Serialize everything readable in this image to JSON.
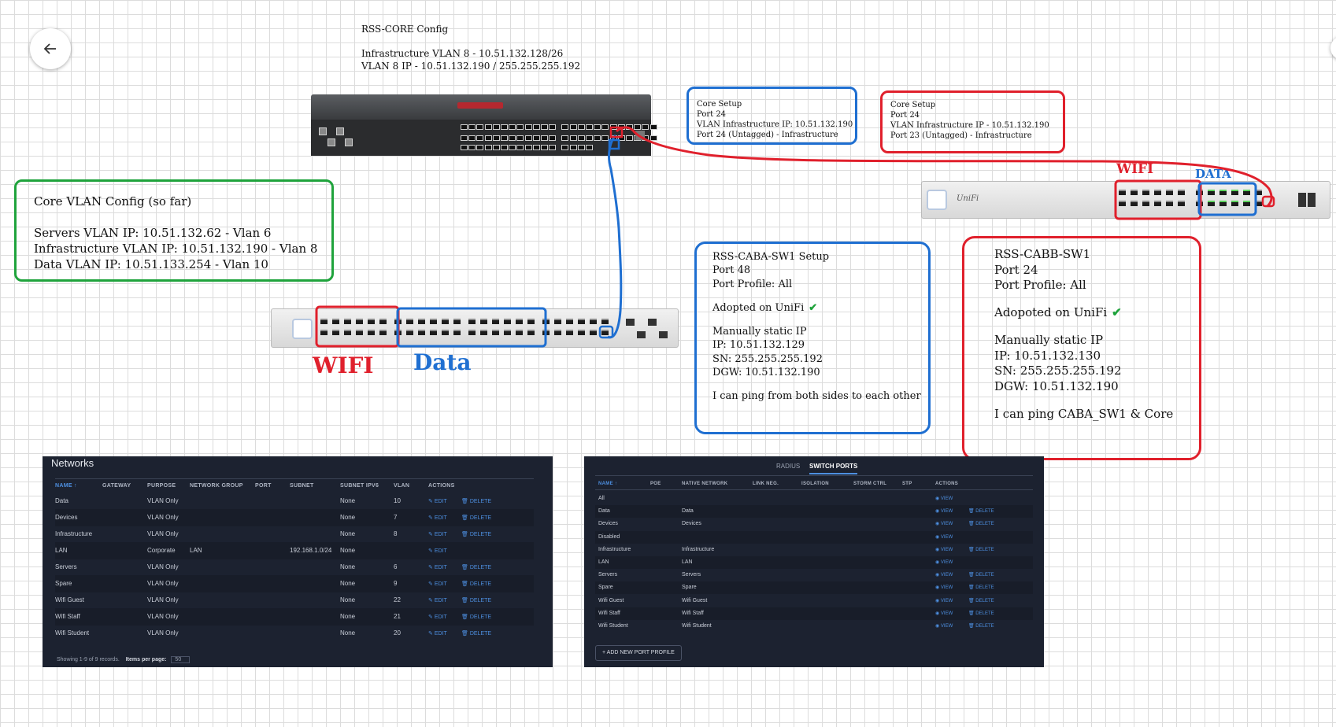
{
  "core_config": {
    "title": "RSS-CORE Config",
    "line1": "Infrastructure VLAN 8 - 10.51.132.128/26",
    "line2": "VLAN 8 IP - 10.51.132.190 / 255.255.255.192"
  },
  "core_vlan_box": {
    "title": "Core VLAN Config (so far)",
    "lines": [
      "Servers VLAN IP: 10.51.132.62 - Vlan 6",
      "Infrastructure VLAN IP: 10.51.132.190 - Vlan 8",
      "Data VLAN IP: 10.51.133.254 - Vlan 10"
    ]
  },
  "core_setup_blue": {
    "lines": [
      "Core Setup",
      "Port 24",
      "VLAN Infrastructure IP: 10.51.132.190",
      "Port 24 (Untagged) - Infrastructure"
    ]
  },
  "core_setup_red": {
    "lines": [
      "Core Setup",
      "Port 24",
      "VLAN Infrastructure IP - 10.51.132.190",
      "Port 23 (Untagged) - Infrastructure"
    ]
  },
  "caba_setup": {
    "lines": [
      "RSS-CABA-SW1 Setup",
      "Port 48",
      "Port Profile: All",
      "",
      "Adopted on UniFi",
      "",
      "Manually static IP",
      "IP: 10.51.132.129",
      "SN: 255.255.255.192",
      "DGW: 10.51.132.190",
      "",
      "I can ping from both sides to each other"
    ]
  },
  "cabb_setup": {
    "lines": [
      "RSS-CABB-SW1",
      "Port 24",
      "Port Profile: All",
      "",
      "Adopoted on UniFi",
      "",
      "Manually static IP",
      "IP: 10.51.132.130",
      "SN: 255.255.255.192",
      "DGW: 10.51.132.190",
      "",
      "I can ping CABA_SW1 & Core"
    ]
  },
  "labels": {
    "wifi_big": "WIFI",
    "data_big": "Data",
    "wifi_small": "WIFI",
    "data_small": "DATA",
    "unifi_brand": "UniFi"
  },
  "colors": {
    "red": "#e0202c",
    "blue": "#1f6fd1",
    "green": "#1fa33c",
    "check": "#1fa33c"
  },
  "networks": {
    "title": "Networks",
    "headers": [
      "NAME ↑",
      "GATEWAY",
      "PURPOSE",
      "NETWORK GROUP",
      "PORT",
      "SUBNET",
      "SUBNET IPV6",
      "VLAN",
      "ACTIONS"
    ],
    "rows": [
      [
        "Data",
        "",
        "VLAN Only",
        "",
        "",
        "",
        "None",
        "10"
      ],
      [
        "Devices",
        "",
        "VLAN Only",
        "",
        "",
        "",
        "None",
        "7"
      ],
      [
        "Infrastructure",
        "",
        "VLAN Only",
        "",
        "",
        "",
        "None",
        "8"
      ],
      [
        "LAN",
        "",
        "Corporate",
        "LAN",
        "",
        "192.168.1.0/24",
        "None",
        ""
      ],
      [
        "Servers",
        "",
        "VLAN Only",
        "",
        "",
        "",
        "None",
        "6"
      ],
      [
        "Spare",
        "",
        "VLAN Only",
        "",
        "",
        "",
        "None",
        "9"
      ],
      [
        "Wifi Guest",
        "",
        "VLAN Only",
        "",
        "",
        "",
        "None",
        "22"
      ],
      [
        "Wifi Staff",
        "",
        "VLAN Only",
        "",
        "",
        "",
        "None",
        "21"
      ],
      [
        "Wifi Student",
        "",
        "VLAN Only",
        "",
        "",
        "",
        "None",
        "20"
      ]
    ],
    "edit_label": "EDIT",
    "delete_label": "DELETE",
    "footer": "Showing 1-9 of 9 records.",
    "per_page_label": "Items per page:",
    "per_page_value": "50"
  },
  "switch_ports": {
    "tabs": [
      "RADIUS",
      "SWITCH PORTS"
    ],
    "headers": [
      "NAME ↑",
      "POE",
      "NATIVE NETWORK",
      "LINK NEG.",
      "ISOLATION",
      "STORM CTRL",
      "STP",
      "ACTIONS"
    ],
    "rows": [
      [
        "All",
        "",
        false
      ],
      [
        "Data",
        "Data",
        true
      ],
      [
        "Devices",
        "Devices",
        true
      ],
      [
        "Disabled",
        "",
        false
      ],
      [
        "Infrastructure",
        "Infrastructure",
        true
      ],
      [
        "LAN",
        "LAN",
        false
      ],
      [
        "Servers",
        "Servers",
        true
      ],
      [
        "Spare",
        "Spare",
        true
      ],
      [
        "Wifi Guest",
        "Wifi Guest",
        true
      ],
      [
        "Wifi Staff",
        "Wifi Staff",
        true
      ],
      [
        "Wifi Student",
        "Wifi Student",
        true
      ]
    ],
    "view_label": "VIEW",
    "delete_label": "DELETE",
    "add_button": "ADD NEW PORT PROFILE"
  }
}
